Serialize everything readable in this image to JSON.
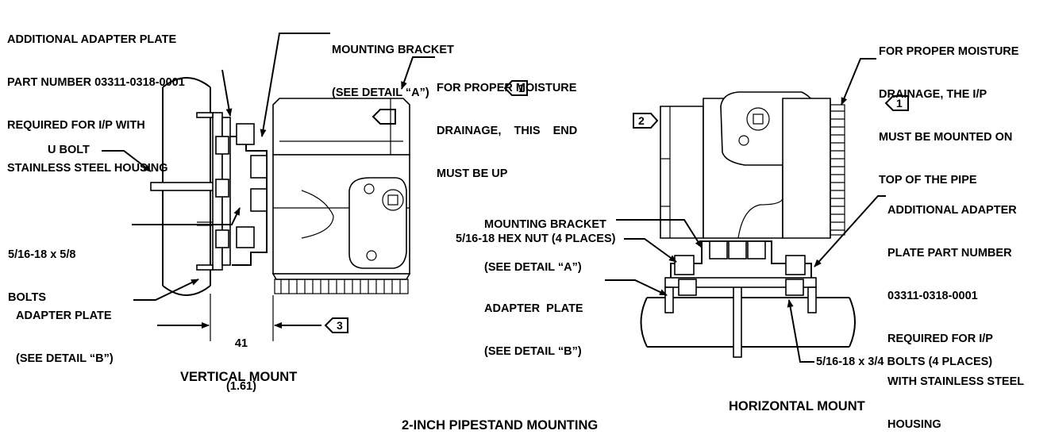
{
  "vertical": {
    "adapter_plate_note": [
      "ADDITIONAL ADAPTER PLATE",
      "PART NUMBER 03311-0318-0001",
      "REQUIRED FOR I/P WITH",
      "STAINLESS STEEL HOUSING"
    ],
    "mounting_bracket": [
      "MOUNTING BRACKET",
      "(SEE DETAIL “A”)"
    ],
    "moisture_note": [
      "FOR PROPER MOISTURE",
      "DRAINAGE,    THIS    END",
      "MUST BE UP"
    ],
    "moisture_note_ref": "1",
    "u_bolt": "U BOLT",
    "bolts": [
      "5/16-18 x 5/8",
      "BOLTS"
    ],
    "adapter_plate": [
      "ADAPTER PLATE",
      "(SEE DETAIL “B”)"
    ],
    "dimension_mm": "41",
    "dimension_in": "(1.61)",
    "dimension_ref": "3",
    "title": "VERTICAL MOUNT"
  },
  "horizontal": {
    "moisture_note": [
      "FOR PROPER MOISTURE",
      "DRAINAGE, THE I/P",
      "MUST BE MOUNTED ON",
      "TOP OF THE PIPE"
    ],
    "moisture_note_ref": "1",
    "side_ref": "2",
    "adapter_plate_note": [
      "ADDITIONAL ADAPTER",
      "PLATE PART NUMBER",
      "03311-0318-0001",
      "REQUIRED FOR I/P",
      "WITH STAINLESS STEEL",
      "HOUSING"
    ],
    "mounting_bracket": [
      "MOUNTING BRACKET",
      "(SEE DETAIL “A”)"
    ],
    "hex_nut": "5/16-18 HEX NUT (4 PLACES)",
    "adapter_plate": [
      "ADAPTER  PLATE",
      "(SEE DETAIL “B”)"
    ],
    "bolts": "5/16-18 x 3/4 BOLTS (4 PLACES)",
    "title": "HORIZONTAL MOUNT"
  },
  "figure_title": "2-INCH PIPESTAND MOUNTING"
}
